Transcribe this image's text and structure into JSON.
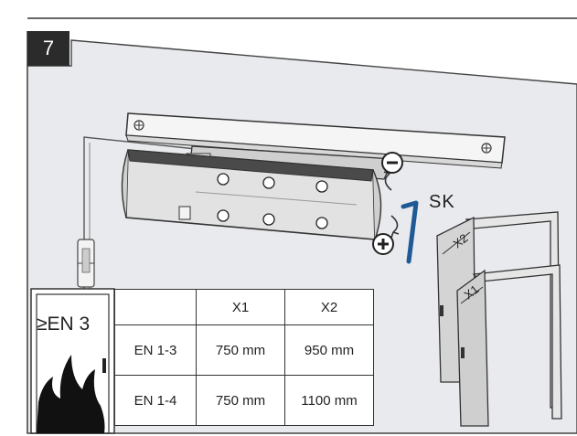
{
  "step_number": "7",
  "sk_label": "SK",
  "minus_symbol": "−",
  "plus_symbol": "+",
  "door_labels": {
    "outer": "X2",
    "inner": "X1"
  },
  "fire_class_label": "≥EN 3",
  "table": {
    "headers": [
      "",
      "X1",
      "X2"
    ],
    "rows": [
      {
        "class": "EN 1-3",
        "x1": "750 mm",
        "x2": "950 mm"
      },
      {
        "class": "EN 1-4",
        "x1": "750 mm",
        "x2": "1100 mm"
      }
    ]
  }
}
